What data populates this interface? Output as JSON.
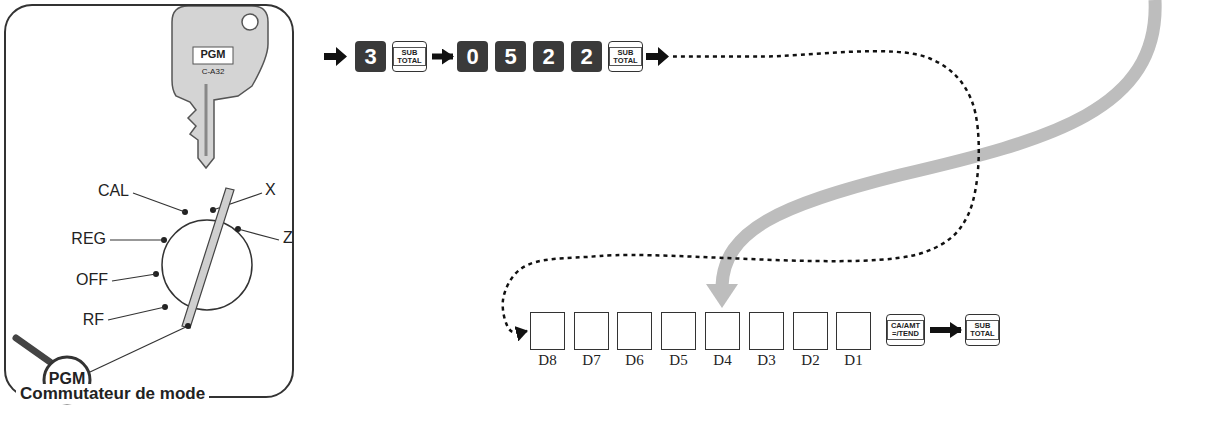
{
  "diagram": {
    "nodes": [
      {
        "text": [
          "Commutateur de mode"
        ]
      },
      {
        "text": [
          "3"
        ]
      },
      {
        "text": [
          "SUB TOTAL"
        ]
      },
      {
        "text": [
          "0"
        ]
      },
      {
        "text": [
          "5"
        ]
      },
      {
        "text": [
          "2"
        ]
      },
      {
        "text": [
          "2"
        ]
      },
      {
        "text": [
          "SUB TOTAL"
        ]
      },
      {
        "text": [
          "D8"
        ]
      },
      {
        "text": [
          "D7"
        ]
      },
      {
        "text": [
          "D6"
        ]
      },
      {
        "text": [
          "D5"
        ]
      },
      {
        "text": [
          "D4"
        ]
      },
      {
        "text": [
          "D3"
        ]
      },
      {
        "text": [
          "D2"
        ]
      },
      {
        "text": [
          "D1"
        ]
      },
      {
        "text": [
          "CA/AMT =/TEND"
        ]
      },
      {
        "text": [
          "SUB TOTAL"
        ]
      }
    ],
    "edges": [
      {
        "from": 2,
        "to": 3,
        "arrow": "to"
      },
      {
        "from": 7,
        "to": 8,
        "arrow": "to"
      },
      {
        "from": 16,
        "to": 17,
        "arrow": "to"
      }
    ],
    "labels": [
      "PGM",
      "C-A32",
      "CAL",
      "REG",
      "OFF",
      "RF",
      "X",
      "Z",
      "PGM"
    ]
  }
}
